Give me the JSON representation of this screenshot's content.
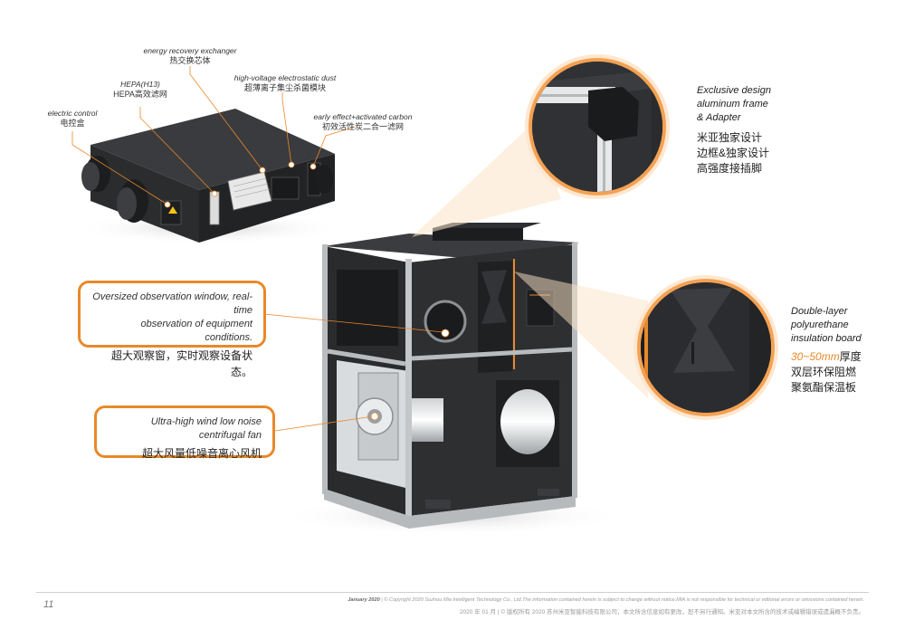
{
  "top_unit_labels": {
    "energy_recovery": {
      "en": "energy recovery exchanger",
      "cn": "热交换芯体"
    },
    "hepa": {
      "en": "HEPA(H13)",
      "cn": "HEPA高效滤网"
    },
    "electric_control": {
      "en": "electric control",
      "cn": "电控盒"
    },
    "electrostatic": {
      "en": "high-voltage electrostatic dust",
      "cn": "超薄离子集尘杀菌模块"
    },
    "carbon": {
      "en": "early effect+activated carbon",
      "cn": "初效活性炭二合一滤网"
    }
  },
  "callouts": {
    "observation": {
      "en1": "Oversized observation window, real-time",
      "en2": "observation of equipment conditions.",
      "cn": "超大观察窗，实时观察设备状态。"
    },
    "fan": {
      "en": "Ultra-high wind low noise centrifugal fan",
      "cn": "超大风量低噪音离心风机"
    }
  },
  "right_top": {
    "en1": "Exclusive design",
    "en2": "aluminum frame",
    "en3": "& Adapter",
    "cn1": "米亚独家设计",
    "cn2": "边框&独家设计",
    "cn3": "高强度接插脚"
  },
  "right_bottom": {
    "en1": "Double-layer",
    "en2": "polyurethane",
    "en3": "insulation board",
    "highlight": "30~50mm",
    "cn1": "厚度",
    "cn2": "双层环保阻燃",
    "cn3": "聚氨酯保温板"
  },
  "footer": {
    "page": "11",
    "date_en": "January 2020",
    "copyright_en": " | © Copyright 2020 Suzhou Mia Intelligent Technology Co., Ltd.The information contained herein is subject to change without notice.MIA is not responsible for technical or editorial errors or omissions contained herein.",
    "copyright_cn": "2020 年 01 月 | © 版权所有 2020 苏州米亚智能科技有限公司，本文所含信息如有更改，恕不另行通知。米亚对本文所含的技术或编辑错误或遗漏概不负责。"
  },
  "colors": {
    "accent": "#e8892a",
    "dark": "#2b2c2e",
    "frame": "#b9bcbf"
  }
}
